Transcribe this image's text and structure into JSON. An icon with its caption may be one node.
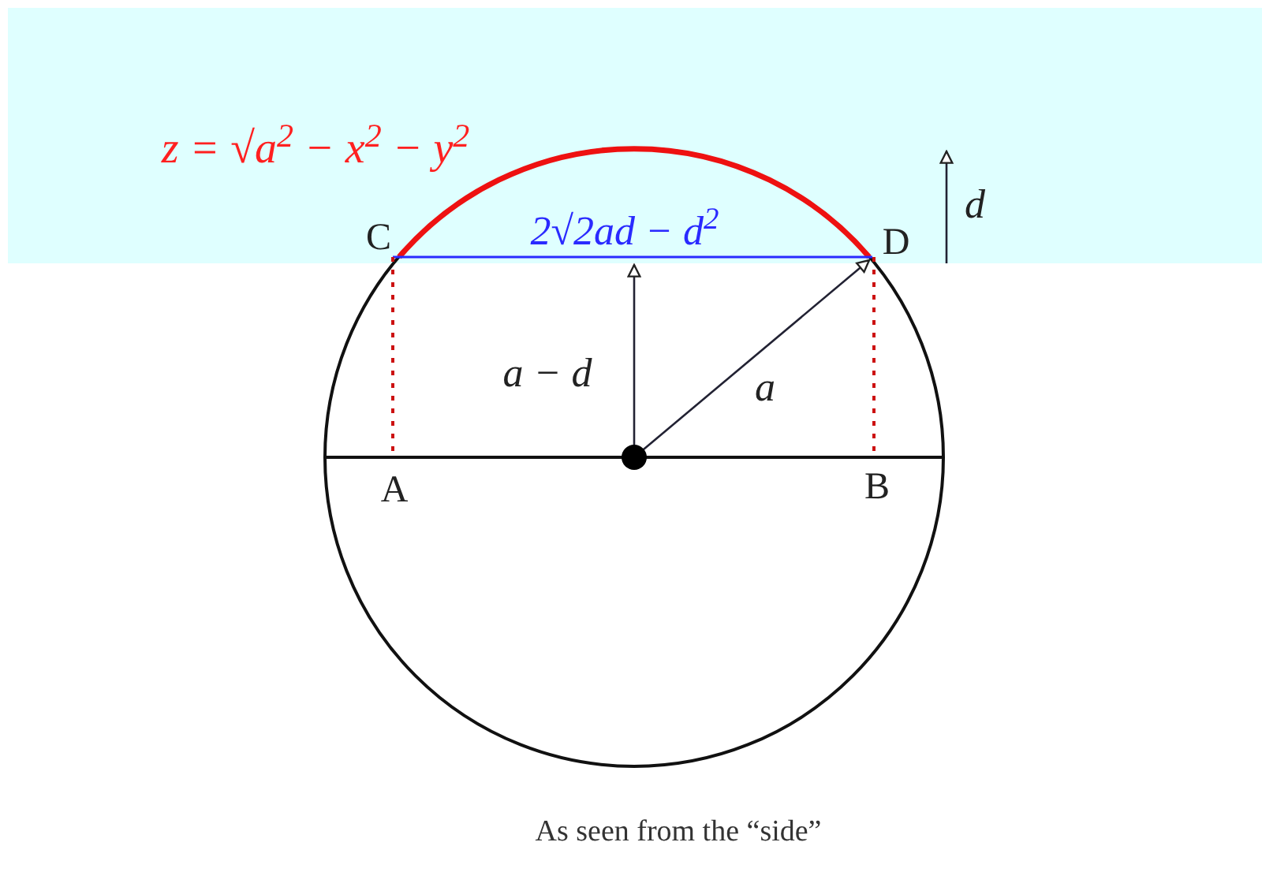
{
  "diagram": {
    "caption": "As seen from the “side”",
    "labels": [
      "z = √a$^{2}$ − x$^{2}$ − y$^{2}$",
      "d",
      "C",
      "2√2ad − d$^{2}$",
      "D",
      "a − d",
      "a",
      "A",
      "B"
    ]
  }
}
